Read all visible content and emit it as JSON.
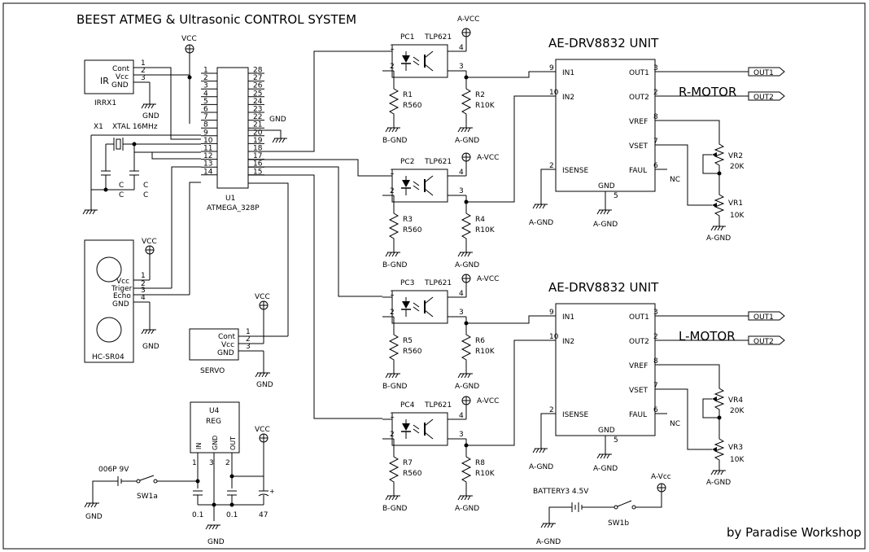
{
  "title": "BEEST ATMEG & Ultrasonic CONTROL SYSTEM",
  "credit": "by Paradise Workshop",
  "labels": {
    "vcc": "VCC",
    "gnd": "GND",
    "avcc": "A-VCC",
    "avcc_lower": "A-Vcc",
    "agnd": "A-GND",
    "bgnd": "B-GND",
    "nc": "NC"
  },
  "ir": {
    "name": "IR",
    "ref": "IRRX1",
    "pins": [
      "Cont",
      "Vcc",
      "GND"
    ],
    "pin_numbers": [
      "1",
      "2",
      "3"
    ]
  },
  "crystal": {
    "ref": "X1",
    "value": "XTAL 16MHz",
    "cap_labels": [
      "C",
      "C",
      "C",
      "C"
    ]
  },
  "mcu": {
    "ref": "U1",
    "part": "ATMEGA_328P",
    "left_pins": [
      "1",
      "2",
      "3",
      "4",
      "5",
      "6",
      "7",
      "8",
      "9",
      "10",
      "11",
      "12",
      "13",
      "14"
    ],
    "right_pins": [
      "28",
      "27",
      "26",
      "25",
      "24",
      "23",
      "22",
      "21",
      "20",
      "19",
      "18",
      "17",
      "16",
      "15"
    ]
  },
  "sonar": {
    "ref": "HC-SR04",
    "pins": [
      "Vcc",
      "Triger",
      "Echo",
      "GND"
    ],
    "pin_numbers": [
      "1",
      "2",
      "3",
      "4"
    ]
  },
  "servo": {
    "ref": "SERVO",
    "pins": [
      "Cont",
      "Vcc",
      "GND"
    ],
    "pin_numbers": [
      "1",
      "2",
      "3"
    ]
  },
  "reg": {
    "ref": "U4",
    "part": "REG",
    "pins": [
      "IN",
      "GND",
      "OUT"
    ],
    "pin_numbers": [
      "1",
      "3",
      "2"
    ],
    "cap_values": [
      "0.1",
      "0.1",
      "47"
    ]
  },
  "battery1": {
    "label": "006P  9V",
    "switch": "SW1a"
  },
  "battery2": {
    "label": "BATTERY3  4.5V",
    "switch": "SW1b"
  },
  "optocouplers": [
    {
      "ref": "PC1",
      "part": "TLP621",
      "pins": [
        "1",
        "2",
        "3",
        "4"
      ]
    },
    {
      "ref": "PC2",
      "part": "TLP621",
      "pins": [
        "1",
        "2",
        "3",
        "4"
      ]
    },
    {
      "ref": "PC3",
      "part": "TLP621",
      "pins": [
        "1",
        "2",
        "3",
        "4"
      ]
    },
    {
      "ref": "PC4",
      "part": "TLP621",
      "pins": [
        "1",
        "2",
        "3",
        "4"
      ]
    }
  ],
  "resistors": [
    {
      "ref": "R1",
      "value": "R560"
    },
    {
      "ref": "R2",
      "value": "R10K"
    },
    {
      "ref": "R3",
      "value": "R560"
    },
    {
      "ref": "R4",
      "value": "R10K"
    },
    {
      "ref": "R5",
      "value": "R560"
    },
    {
      "ref": "R6",
      "value": "R10K"
    },
    {
      "ref": "R7",
      "value": "R560"
    },
    {
      "ref": "R8",
      "value": "R10K"
    }
  ],
  "drivers": [
    {
      "title": "AE-DRV8832 UNIT",
      "motor": "R-MOTOR",
      "left_pins": [
        "IN1",
        "IN2",
        "ISENSE"
      ],
      "left_nums": [
        "9",
        "10",
        "2"
      ],
      "right_pins": [
        "OUT1",
        "OUT2",
        "VREF",
        "VSET",
        "FAUL"
      ],
      "right_nums": [
        "3",
        "2",
        "8",
        "7",
        "6"
      ],
      "gnd_pin": "GND",
      "gnd_num": "5",
      "out_ports": [
        "OUT1",
        "OUT2"
      ],
      "pots": [
        {
          "ref": "VR2",
          "value": "20K"
        },
        {
          "ref": "VR1",
          "value": "10K"
        }
      ]
    },
    {
      "title": "AE-DRV8832 UNIT",
      "motor": "L-MOTOR",
      "left_pins": [
        "IN1",
        "IN2",
        "ISENSE"
      ],
      "left_nums": [
        "9",
        "10",
        "2"
      ],
      "right_pins": [
        "OUT1",
        "OUT2",
        "VREF",
        "VSET",
        "FAUL"
      ],
      "right_nums": [
        "3",
        "2",
        "8",
        "7",
        "6"
      ],
      "gnd_pin": "GND",
      "gnd_num": "5",
      "out_ports": [
        "OUT1",
        "OUT2"
      ],
      "pots": [
        {
          "ref": "VR4",
          "value": "20K"
        },
        {
          "ref": "VR3",
          "value": "10K"
        }
      ]
    }
  ]
}
